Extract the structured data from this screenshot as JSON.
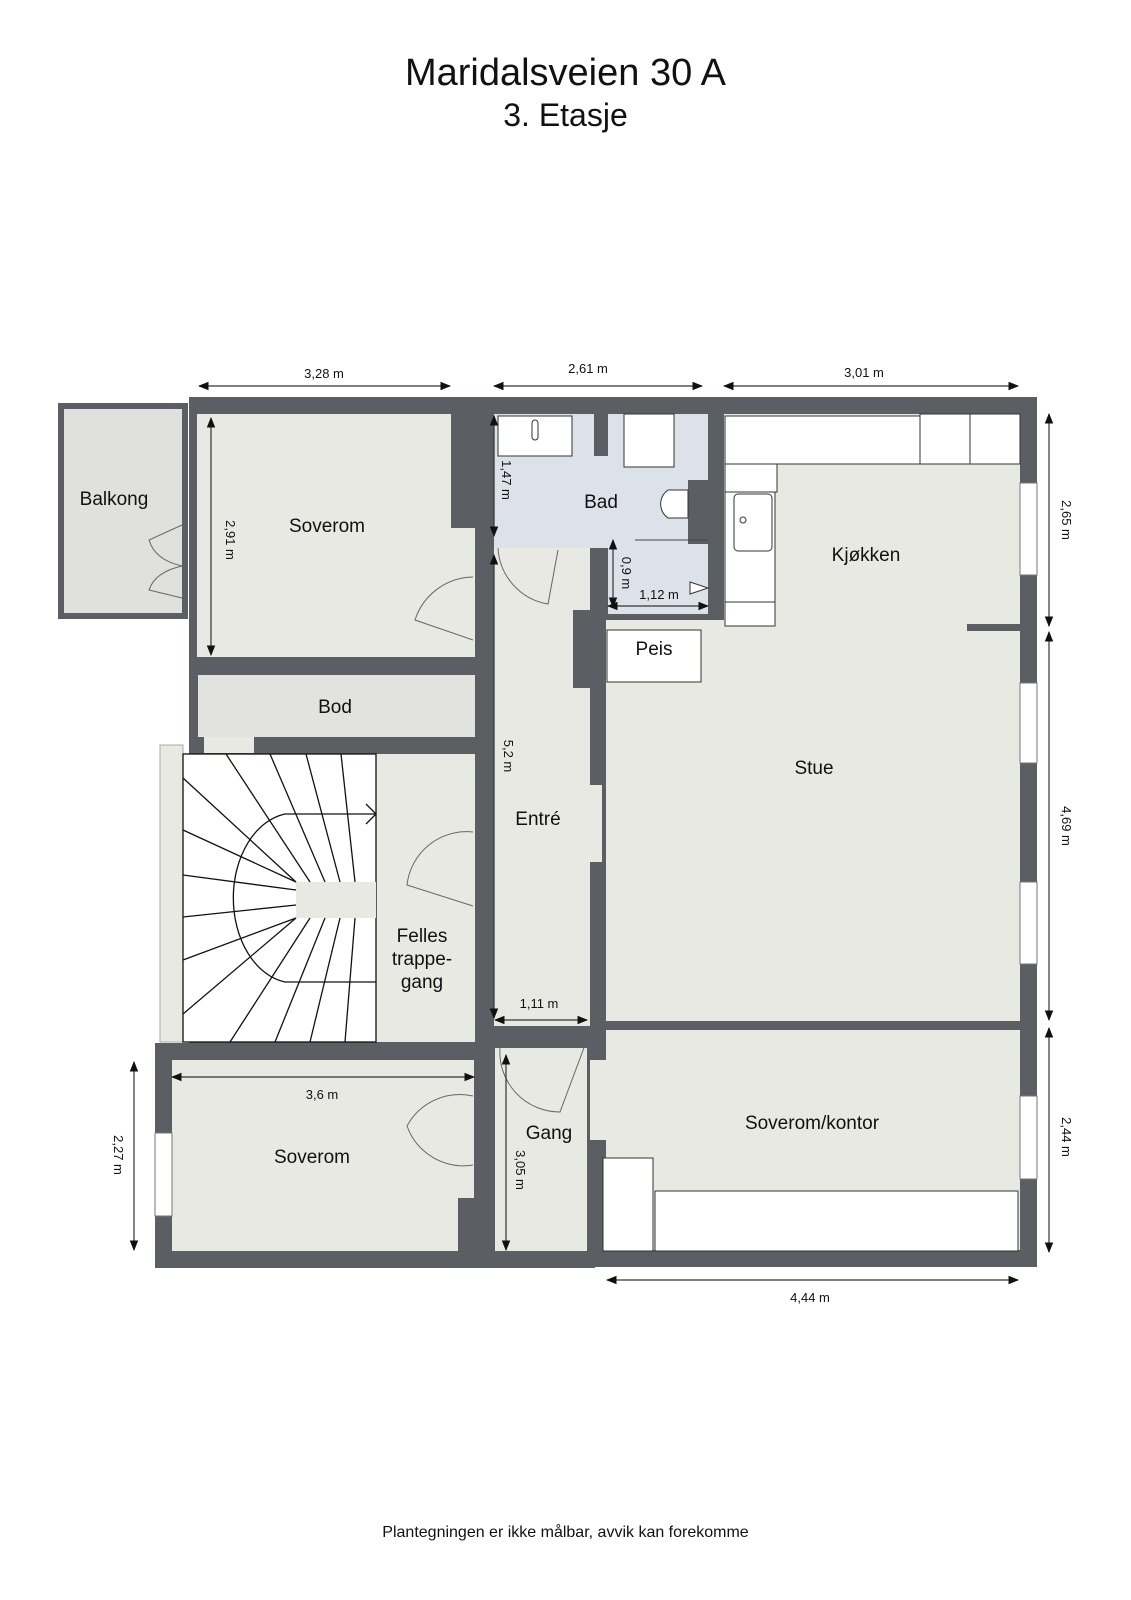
{
  "header": {
    "title": "Maridalsveien 30 A",
    "subtitle": "3. Etasje"
  },
  "rooms": {
    "balkong": "Balkong",
    "soverom_top": "Soverom",
    "bad": "Bad",
    "kjokken": "Kjøkken",
    "peis": "Peis",
    "bod": "Bod",
    "stue": "Stue",
    "entre": "Entré",
    "felles_1": "Felles",
    "felles_2": "trappe-",
    "felles_3": "gang",
    "gang": "Gang",
    "soverom_bottom": "Soverom",
    "soverom_kontor": "Soverom/kontor"
  },
  "dimensions": {
    "top_left": "3,28 m",
    "top_middle": "2,61 m",
    "top_right": "3,01 m",
    "soverom_height": "2,91 m",
    "bad_height": "1,47 m",
    "shower_height": "0,9 m",
    "shower_width": "1,12 m",
    "entre_length": "5,2 m",
    "entre_width": "1,11 m",
    "gang_length": "3,05 m",
    "soverom_bottom_width": "3,6 m",
    "soverom_bottom_height": "2,27 m",
    "right_kjokken": "2,65 m",
    "right_stue": "4,69 m",
    "right_kontor": "2,44 m",
    "bottom_kontor": "4,44 m"
  },
  "colors": {
    "wall": "#5b5e63",
    "floor": "#e9e9e3",
    "bathroom": "#dde2ea"
  },
  "footer": {
    "disclaimer": "Plantegningen er ikke målbar, avvik kan forekomme"
  }
}
